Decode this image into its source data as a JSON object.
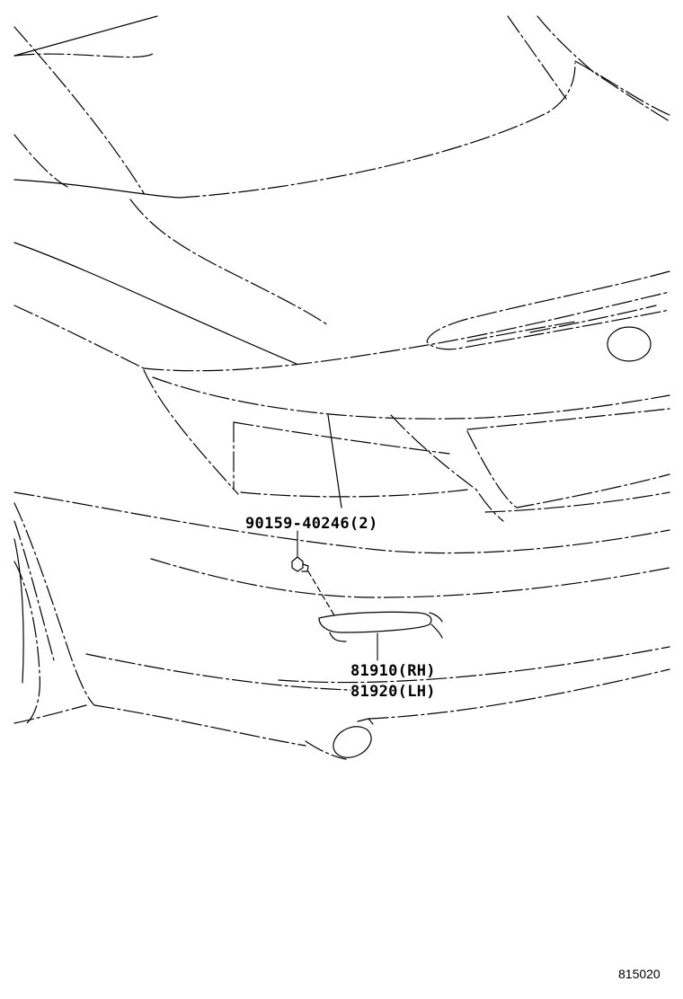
{
  "parts": {
    "bolt": {
      "label": "90159-40246(2)"
    },
    "reflector_rh": {
      "label": "81910(RH)"
    },
    "reflector_lh": {
      "label": "81920(LH)"
    }
  },
  "diagram_code": "815020",
  "colors": {
    "line": "#000000",
    "background": "#ffffff",
    "hatch": "#000000"
  }
}
